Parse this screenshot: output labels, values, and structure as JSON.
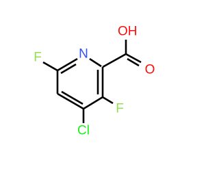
{
  "molecule": {
    "atoms": {
      "ring_nitrogen": {
        "symbol": "N",
        "color": "#3050F8"
      },
      "hydroxyl": {
        "symbol": "OH",
        "color": "#FF0D0D"
      },
      "carbonyl_oxygen": {
        "symbol": "O",
        "color": "#FF0D0D"
      },
      "fluorine_c6": {
        "symbol": "F",
        "color": "#90E050"
      },
      "fluorine_c3": {
        "symbol": "F",
        "color": "#90E050"
      },
      "chlorine_c4": {
        "symbol": "Cl",
        "color": "#1FF01F"
      }
    },
    "bond_color": "#000000"
  }
}
